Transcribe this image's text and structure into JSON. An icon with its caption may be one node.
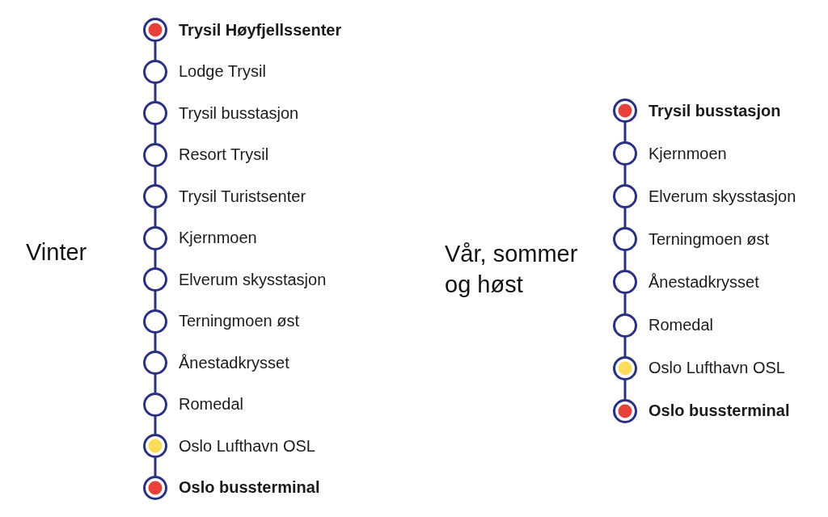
{
  "diagram": {
    "nodes": [
      {
        "text": [
          "Trysil Høyfjellssenter"
        ]
      },
      {
        "text": [
          "Lodge Trysil"
        ]
      },
      {
        "text": [
          "Trysil busstasjon"
        ]
      },
      {
        "text": [
          "Resort Trysil"
        ]
      },
      {
        "text": [
          "Trysil Turistsenter"
        ]
      },
      {
        "text": [
          "Kjernmoen"
        ]
      },
      {
        "text": [
          "Elverum skysstasjon"
        ]
      },
      {
        "text": [
          "Terningmoen øst"
        ]
      },
      {
        "text": [
          "Ånestadkrysset"
        ]
      },
      {
        "text": [
          "Romedal"
        ]
      },
      {
        "text": [
          "Oslo Lufthavn OSL"
        ]
      },
      {
        "text": [
          "Oslo bussterminal"
        ]
      },
      {
        "text": [
          "Trysil busstasjon"
        ]
      },
      {
        "text": [
          "Kjernmoen"
        ]
      },
      {
        "text": [
          "Elverum skysstasjon"
        ]
      },
      {
        "text": [
          "Terningmoen øst"
        ]
      },
      {
        "text": [
          "Ånestadkrysset"
        ]
      },
      {
        "text": [
          "Romedal"
        ]
      },
      {
        "text": [
          "Oslo Lufthavn OSL"
        ]
      },
      {
        "text": [
          "Oslo bussterminal"
        ]
      }
    ],
    "edges": [
      {
        "from": 0,
        "to": 1,
        "arrow": "none"
      },
      {
        "from": 1,
        "to": 2,
        "arrow": "none"
      },
      {
        "from": 2,
        "to": 3,
        "arrow": "none"
      },
      {
        "from": 3,
        "to": 4,
        "arrow": "none"
      },
      {
        "from": 4,
        "to": 5,
        "arrow": "none"
      },
      {
        "from": 5,
        "to": 6,
        "arrow": "none"
      },
      {
        "from": 6,
        "to": 7,
        "arrow": "none"
      },
      {
        "from": 7,
        "to": 8,
        "arrow": "none"
      },
      {
        "from": 8,
        "to": 9,
        "arrow": "none"
      },
      {
        "from": 9,
        "to": 10,
        "arrow": "none"
      },
      {
        "from": 10,
        "to": 11,
        "arrow": "none"
      },
      {
        "from": 12,
        "to": 13,
        "arrow": "none"
      },
      {
        "from": 13,
        "to": 14,
        "arrow": "none"
      },
      {
        "from": 14,
        "to": 15,
        "arrow": "none"
      },
      {
        "from": 15,
        "to": 16,
        "arrow": "none"
      },
      {
        "from": 16,
        "to": 17,
        "arrow": "none"
      },
      {
        "from": 17,
        "to": 18,
        "arrow": "none"
      },
      {
        "from": 18,
        "to": 19,
        "arrow": "none"
      }
    ],
    "labels": [
      "Vinter",
      "Vår, sommer og høst"
    ]
  }
}
